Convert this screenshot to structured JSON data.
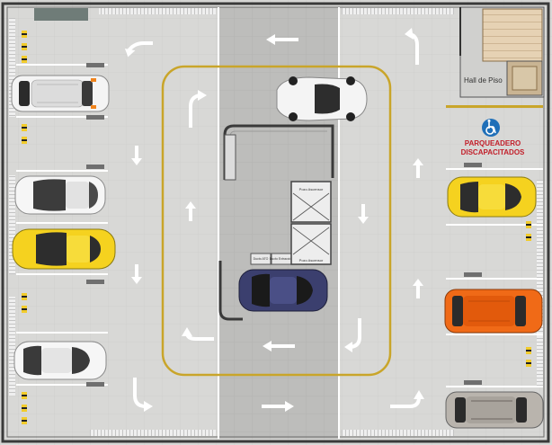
{
  "labels": {
    "hall": "Hall de Piso",
    "disabled_line1": "PARQUEADERO",
    "disabled_line2": "DISCAPACITADOS",
    "elevator_1": "Pozo Ascensor",
    "elevator_2": "Pozo Ascensor",
    "small_1": "Ducto ATO",
    "small_2": "Ducto Extracción"
  },
  "icons": {
    "wheelchair": "wheelchair-icon",
    "arrow": "direction-arrow-icon"
  },
  "cars": [
    {
      "id": "left-1",
      "color": "white"
    },
    {
      "id": "left-2",
      "color": "white"
    },
    {
      "id": "left-3",
      "color": "yellow"
    },
    {
      "id": "left-4",
      "color": "white"
    },
    {
      "id": "center-top",
      "color": "white"
    },
    {
      "id": "center-bottom",
      "color": "navy"
    },
    {
      "id": "right-1",
      "color": "yellow"
    },
    {
      "id": "right-2",
      "color": "orange"
    },
    {
      "id": "right-3",
      "color": "silver"
    }
  ],
  "colors": {
    "floor": "#d6d6d4",
    "center_lane": "#b9b9b7",
    "lines": "#ffffff",
    "track": "#c9a52a",
    "wall": "#3a3a3a",
    "accessibility_blue": "#1f6fb8",
    "accessibility_text": "#c21f2a",
    "bollard_yellow": "#f2cc2c"
  }
}
